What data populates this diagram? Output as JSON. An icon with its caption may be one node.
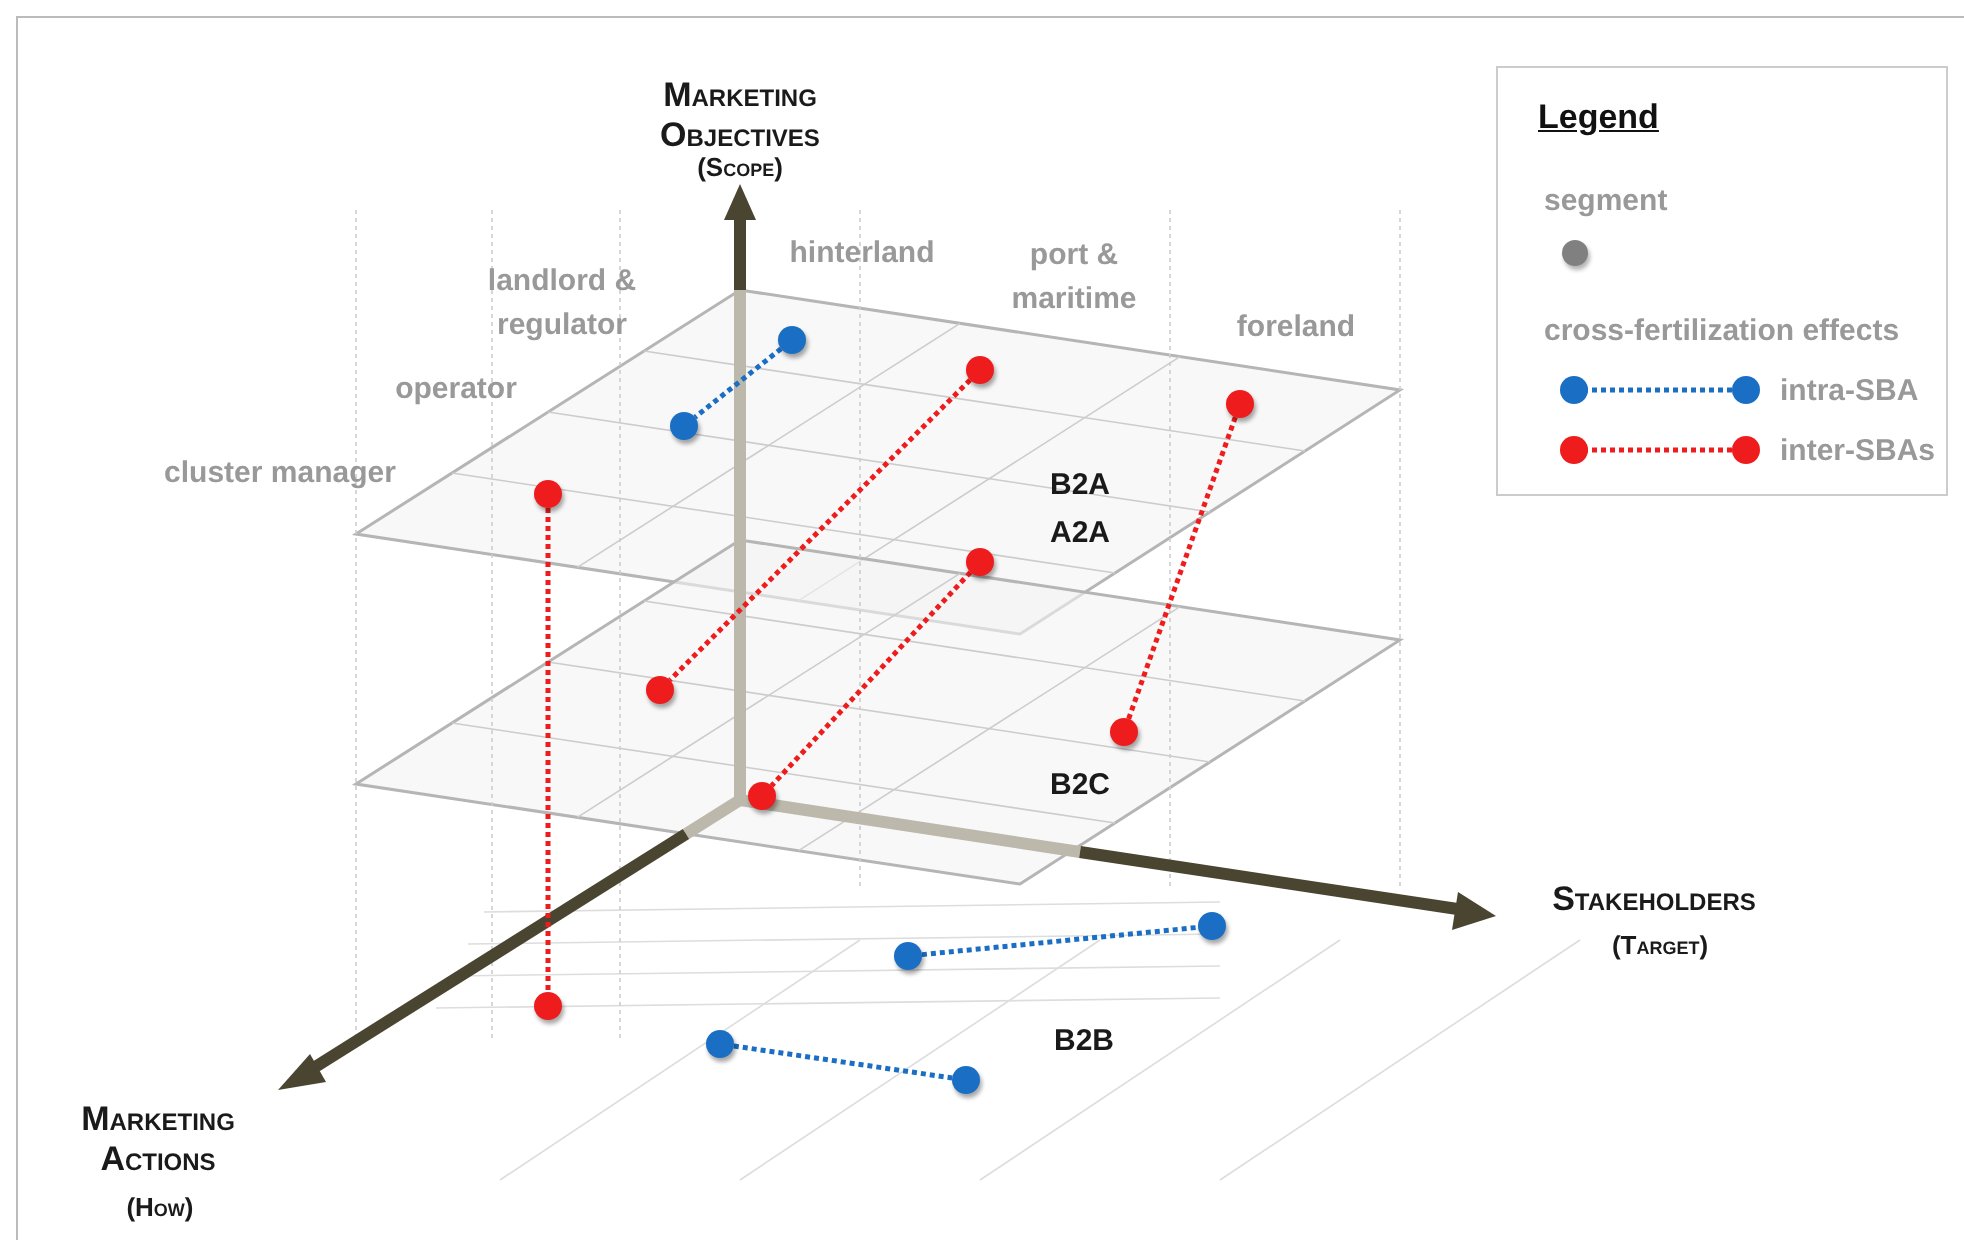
{
  "diagram": {
    "nodes": [
      {
        "text": [],
        "shape": "circle"
      },
      {
        "text": [],
        "shape": "circle"
      },
      {
        "text": [],
        "shape": "circle"
      },
      {
        "text": [],
        "shape": "circle"
      },
      {
        "text": [],
        "shape": "circle"
      },
      {
        "text": [],
        "shape": "circle"
      },
      {
        "text": [],
        "shape": "circle"
      },
      {
        "text": [],
        "shape": "circle"
      },
      {
        "text": [],
        "shape": "circle"
      },
      {
        "text": [],
        "shape": "circle"
      },
      {
        "text": [],
        "shape": "circle"
      },
      {
        "text": [],
        "shape": "circle"
      },
      {
        "text": [],
        "shape": "circle"
      },
      {
        "text": [],
        "shape": "circle"
      }
    ],
    "edges": [
      {
        "from": 0,
        "to": 3,
        "arrow": "none",
        "style": "dashed",
        "color": "#1a6fc4"
      },
      {
        "from": 1,
        "to": 6,
        "arrow": "none",
        "style": "dashed"
      },
      {
        "from": 2,
        "to": 7,
        "arrow": "none",
        "style": "dashed"
      },
      {
        "from": 4,
        "to": 11,
        "arrow": "none",
        "style": "dashed"
      },
      {
        "from": 5,
        "to": 8,
        "arrow": "none",
        "style": "dashed"
      },
      {
        "from": 10,
        "to": 9,
        "arrow": "none",
        "style": "dashed",
        "color": "#1a6fc4"
      },
      {
        "from": 12,
        "to": 13,
        "arrow": "none",
        "style": "dashed",
        "color": "#1a6fc4"
      }
    ],
    "labels": [
      "Marketing Objectives",
      "(Scope)",
      "Legend",
      "hinterland",
      "landlord & regulator",
      "port & maritime",
      "foreland",
      "cross-fertilization effects",
      "operator",
      "cluster manager",
      "B2A",
      "A2A",
      "B2C",
      "Stakeholders",
      "(Target)",
      "B2B",
      "Marketing Actions",
      "(How)"
    ],
    "legend": [
      {
        "text": "segment"
      },
      {
        "text": "intra-SBA"
      },
      {
        "text": "inter-SBAs"
      }
    ]
  }
}
